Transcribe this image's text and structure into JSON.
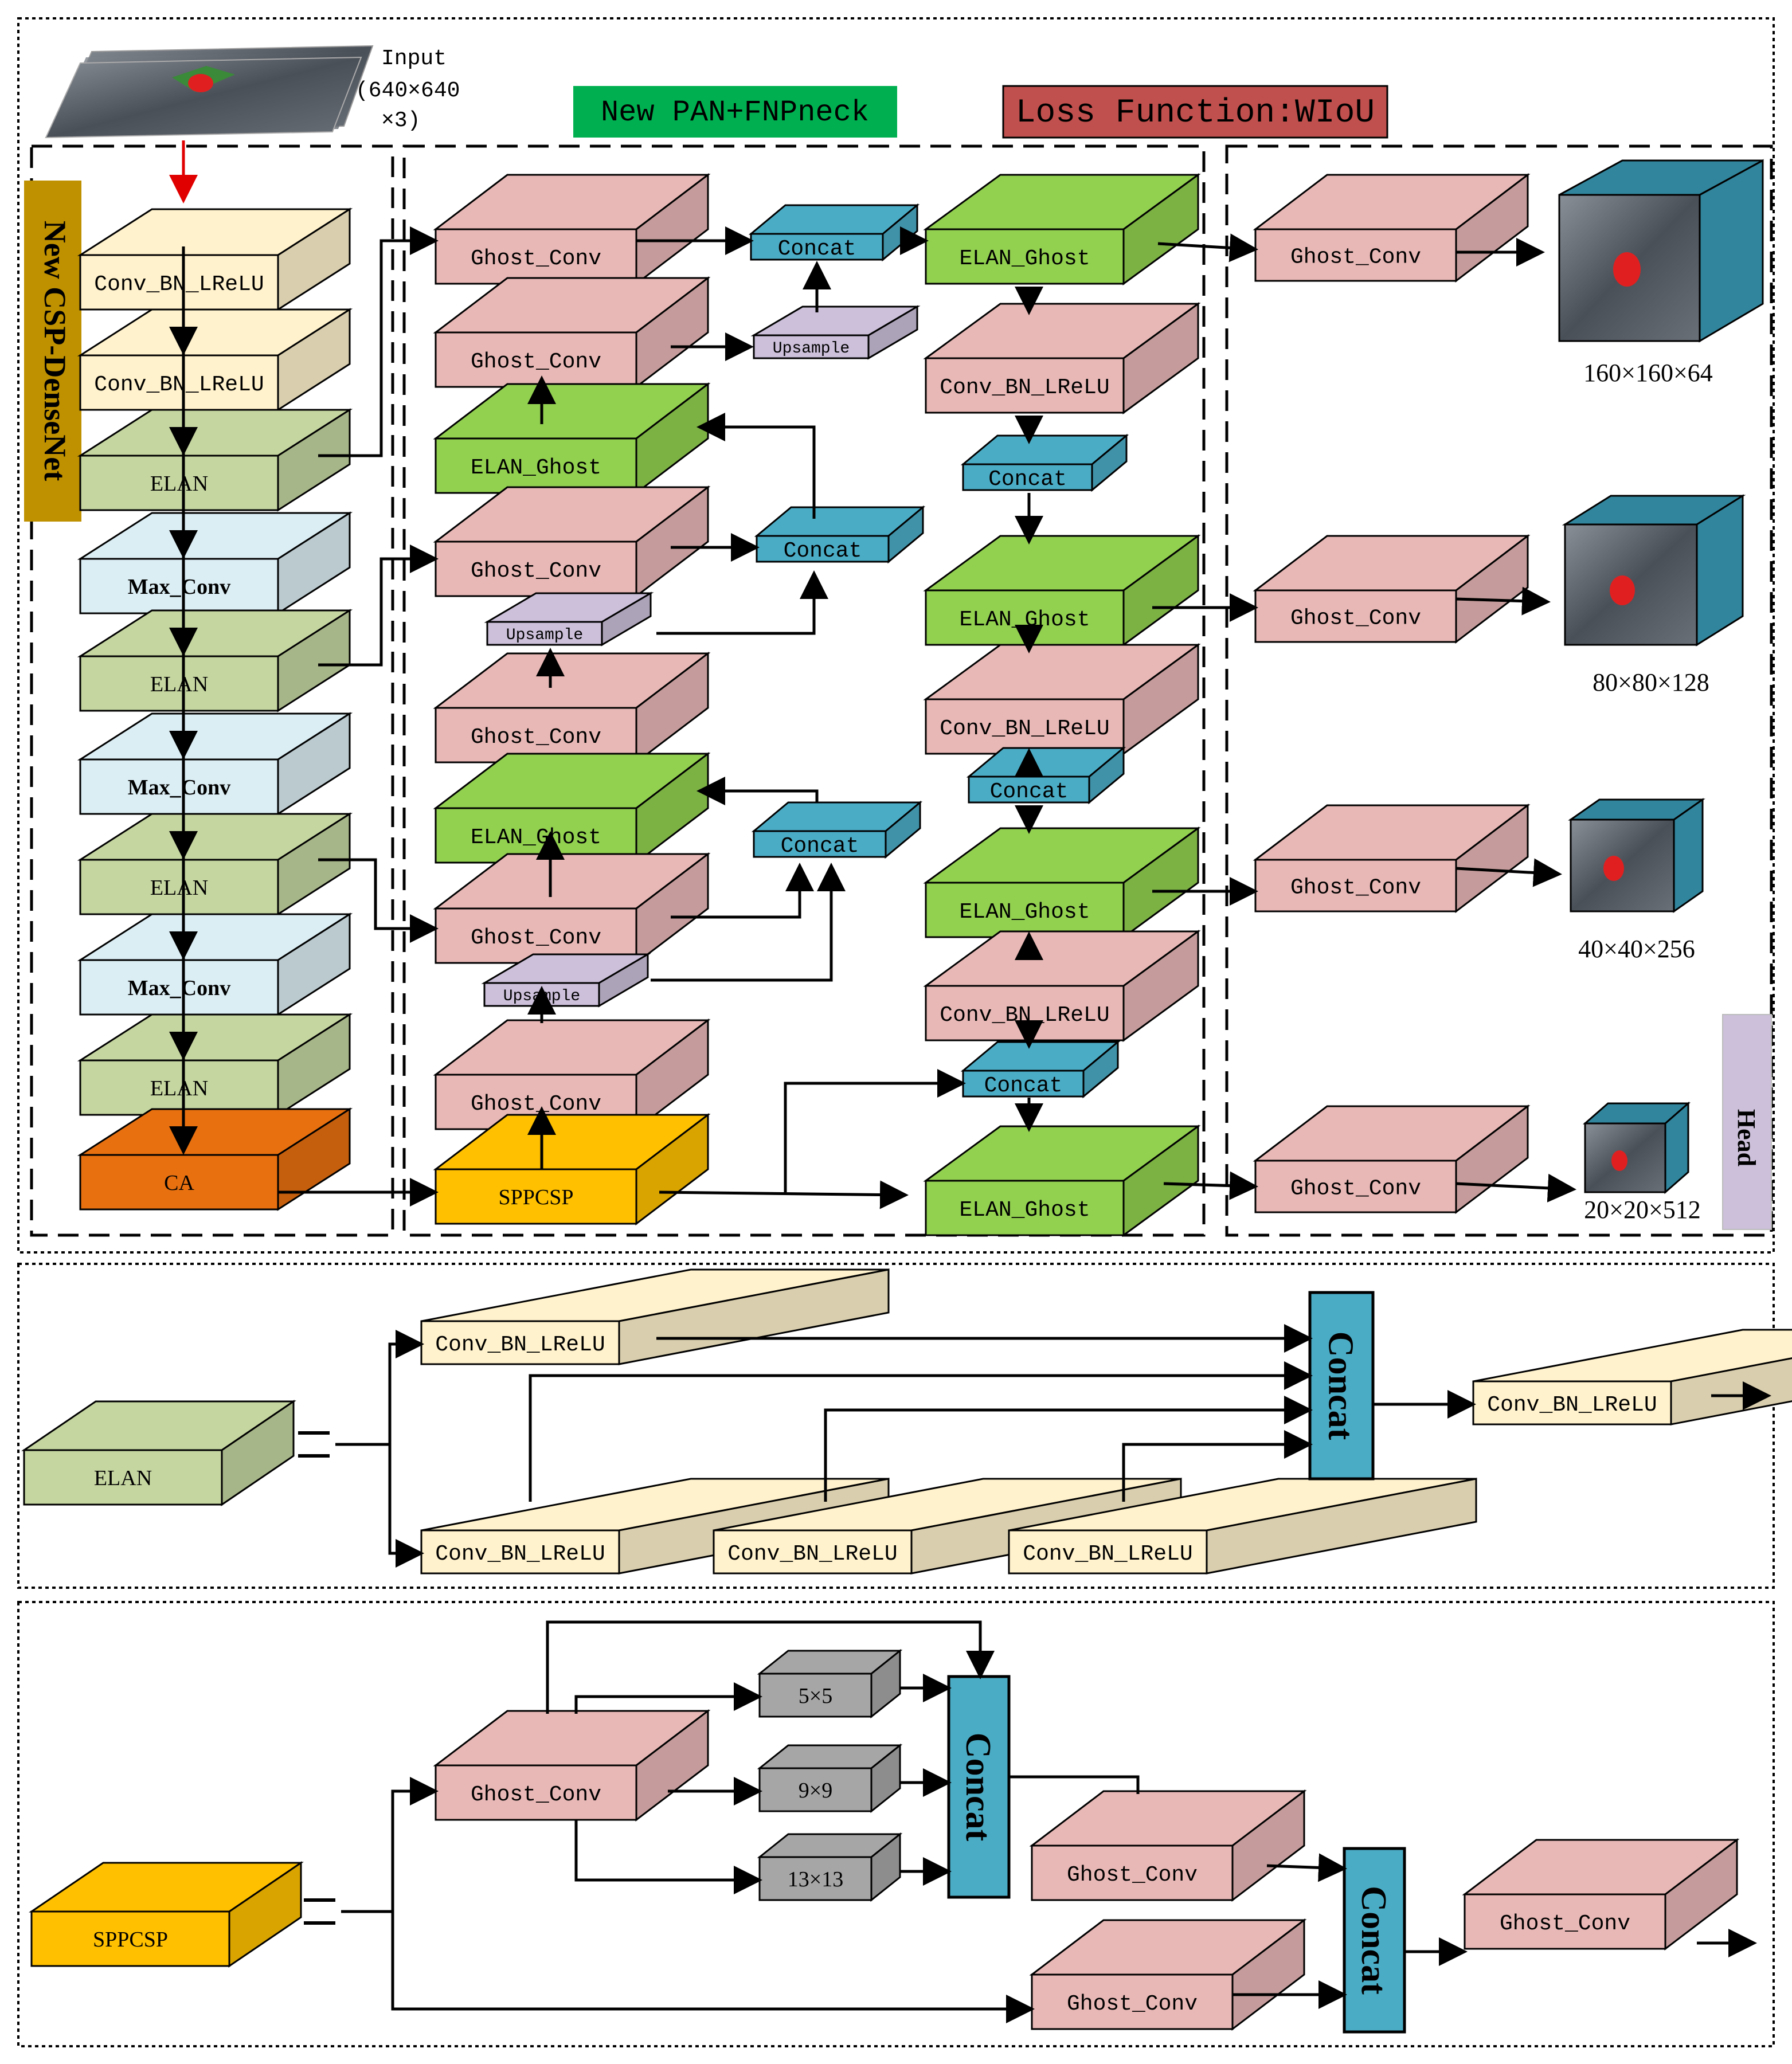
{
  "colors": {
    "yellow_light": "#fff2cc",
    "green_light": "#c5d6a0",
    "blue_light": "#dbeef4",
    "orange": "#e8700f",
    "pink": "#e8b8b6",
    "green_bright": "#92d050",
    "teal": "#4bacc6",
    "lavender": "#ccc0da",
    "gold": "#ffc000",
    "gray": "#a6a6a6",
    "label_green": "#00b050",
    "label_red": "#c0504d",
    "backbone_tag": "#bf9000",
    "head_tag": "#ccc0da"
  },
  "input": {
    "label_line1": "Input",
    "label_line2": "(640×640",
    "label_line3": "×3)"
  },
  "tags": {
    "neck": "New PAN+FNPneck",
    "loss": "Loss Function:WIoU",
    "backbone": "New CSP-DenseNet",
    "head": "Head"
  },
  "backbone": {
    "block1": "Conv_BN_LReLU",
    "block2": "Conv_BN_LReLU",
    "block3": "ELAN",
    "block4": "Max_Conv",
    "block5": "ELAN",
    "block6": "Max_Conv",
    "block7": "ELAN",
    "block8": "Max_Conv",
    "block9": "ELAN",
    "block10": "CA"
  },
  "neck": {
    "ghost1": "Ghost_Conv",
    "ghost2": "Ghost_Conv",
    "elan_ghost1": "ELAN_Ghost",
    "ghost3": "Ghost_Conv",
    "upsample1": "Upsample",
    "ghost4": "Ghost_Conv",
    "elan_ghost2": "ELAN_Ghost",
    "ghost5": "Ghost_Conv",
    "upsample2": "Upsample",
    "ghost6": "Ghost_Conv",
    "sppcsp": "SPPCSP",
    "concat1": "Concat",
    "upsample0": "Upsample",
    "concat2": "Concat",
    "concat3": "Concat",
    "r_elan1": "ELAN_Ghost",
    "r_conv1": "Conv_BN_LReLU",
    "r_concat1": "Concat",
    "r_elan2": "ELAN_Ghost",
    "r_conv2": "Conv_BN_LReLU",
    "r_concat2": "Concat",
    "r_elan3": "ELAN_Ghost",
    "r_conv3": "Conv_BN_LReLU",
    "r_concat3": "Concat",
    "r_elan4": "ELAN_Ghost"
  },
  "head": {
    "ghost1": "Ghost_Conv",
    "ghost2": "Ghost_Conv",
    "ghost3": "Ghost_Conv",
    "ghost4": "Ghost_Conv",
    "out1": "160×160×64",
    "out2": "80×80×128",
    "out3": "40×40×256",
    "out4": "20×20×512"
  },
  "elan_detail": {
    "elan": "ELAN",
    "conv_top": "Conv_BN_LReLU",
    "conv_b1": "Conv_BN_LReLU",
    "conv_b2": "Conv_BN_LReLU",
    "conv_b3": "Conv_BN_LReLU",
    "concat": "Concat",
    "conv_out": "Conv_BN_LReLU"
  },
  "spp_detail": {
    "sppcsp": "SPPCSP",
    "ghost_main": "Ghost_Conv",
    "pool1": "5×5",
    "pool2": "9×9",
    "pool3": "13×13",
    "concat1": "Concat",
    "ghost_after": "Ghost_Conv",
    "ghost_bottom": "Ghost_Conv",
    "concat2": "Concat",
    "ghost_out": "Ghost_Conv"
  }
}
